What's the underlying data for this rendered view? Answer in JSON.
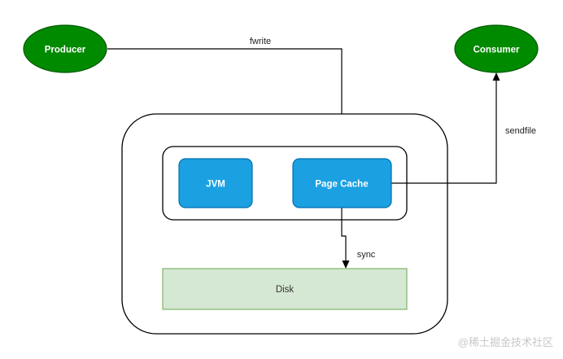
{
  "nodes": {
    "producer": "Producer",
    "consumer": "Consumer",
    "jvm": "JVM",
    "page_cache": "Page Cache",
    "disk": "Disk"
  },
  "edges": {
    "fwrite": "fwrite",
    "sendfile": "sendfile",
    "sync": "sync"
  },
  "watermark": "@稀土掘金技术社区",
  "colors": {
    "ellipse_fill": "#008A00",
    "ellipse_stroke": "#005700",
    "box_fill": "#1BA1E2",
    "box_stroke": "#006EAF",
    "disk_fill": "#D5E8D4",
    "disk_stroke": "#82B366",
    "line": "#000000",
    "watermark": "#C8C8C8"
  }
}
